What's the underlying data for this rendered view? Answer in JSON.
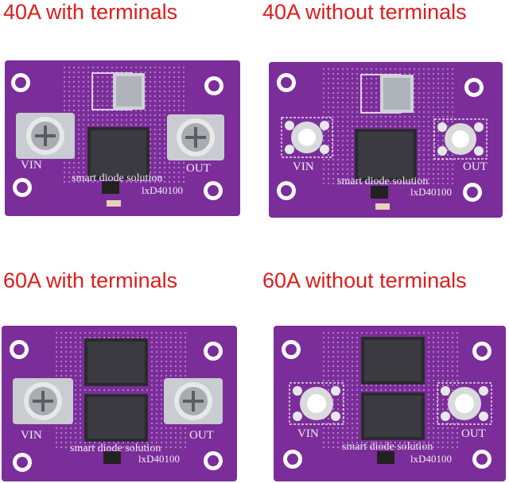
{
  "captions": {
    "top_left": "40A with terminals",
    "top_right": "40A without terminals",
    "bottom_left": "60A with terminals",
    "bottom_right": "60A without terminals"
  },
  "silkscreen": {
    "vin": "VIN",
    "out": "OUT",
    "slogan": "smart diode solution",
    "part": "lxD40100"
  },
  "colors": {
    "caption": "#e01b1b",
    "pcb": "#7b2d9a",
    "silk": "#f2eef6"
  }
}
